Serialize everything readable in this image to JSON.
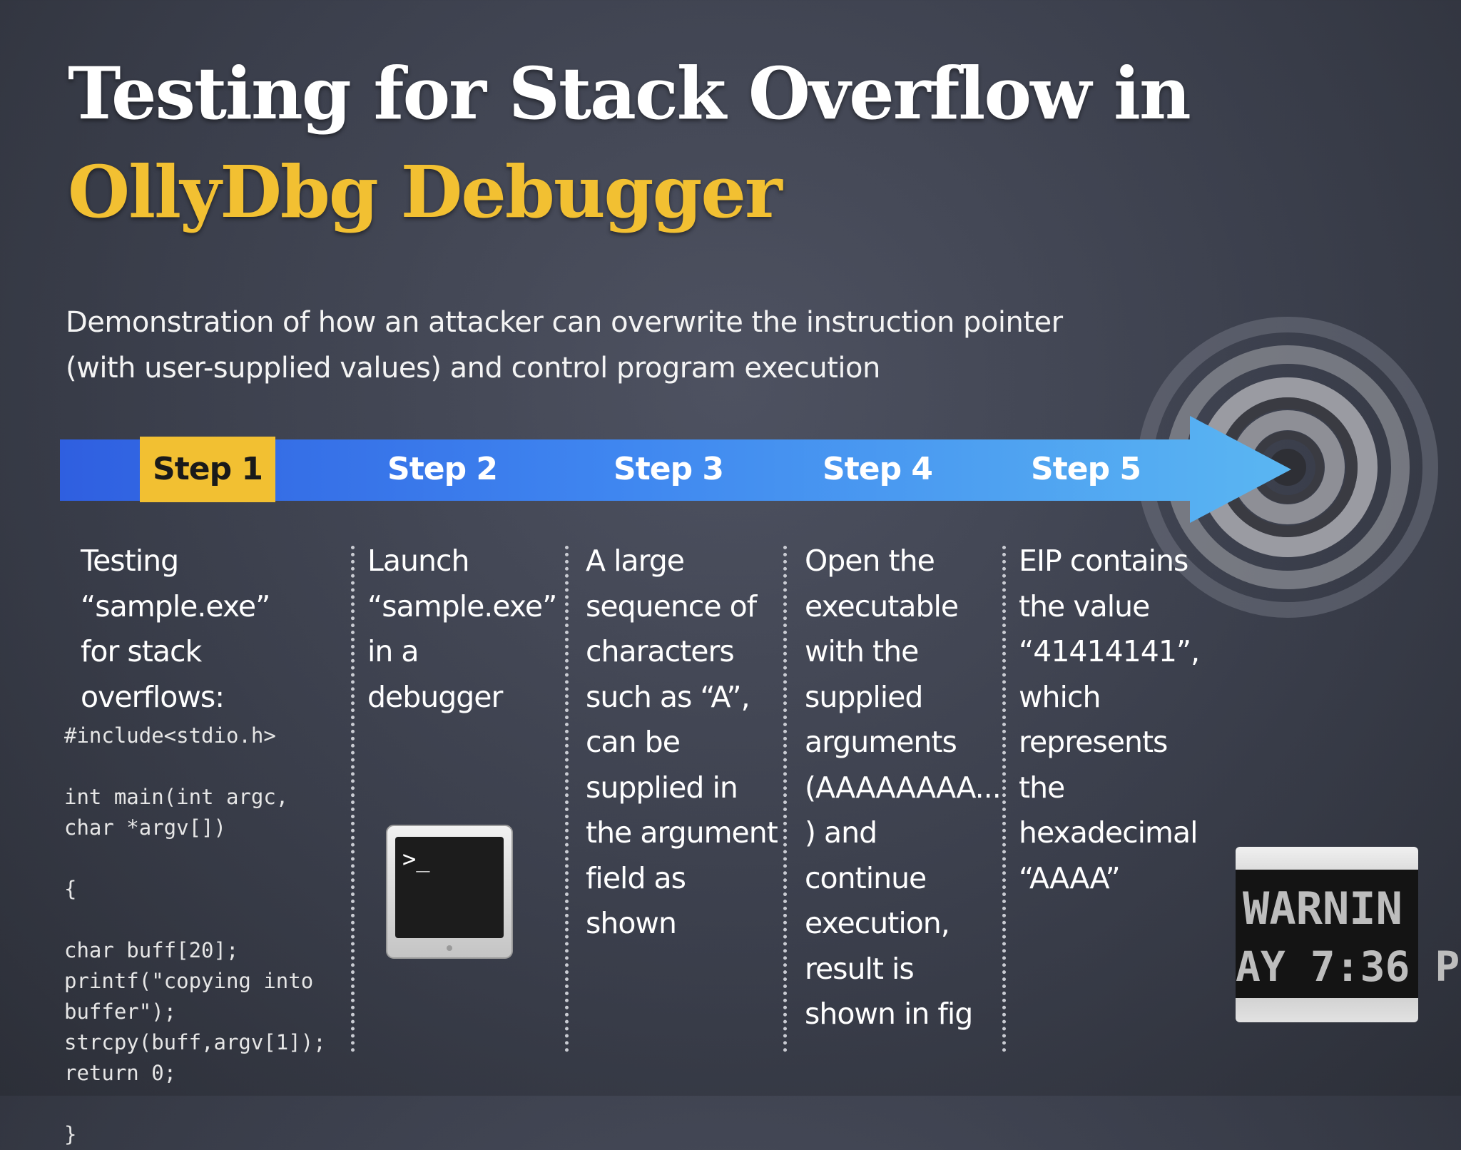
{
  "title": {
    "line1": "Testing for Stack Overflow in",
    "line2": "OllyDbg Debugger"
  },
  "subtitle": {
    "line1": "Demonstration of how an attacker can overwrite the instruction pointer",
    "line2": "(with user-supplied values) and control program execution"
  },
  "steps": [
    {
      "label": "Step 1",
      "text": "Testing\n“sample.exe”\nfor stack\noverflows:"
    },
    {
      "label": "Step 2",
      "text": "Launch\n“sample.exe”\nin a\ndebugger"
    },
    {
      "label": "Step 3",
      "text": "A large\nsequence of\ncharacters\nsuch as “A”,\ncan be\nsupplied in\nthe argument\nfield as\nshown"
    },
    {
      "label": "Step 4",
      "text": "Open the\nexecutable\nwith the\nsupplied\narguments\n(AAAAAAAA...\n) and\ncontinue\nexecution,\nresult is\nshown in fig"
    },
    {
      "label": "Step 5",
      "text": "EIP contains\nthe value\n“41414141”,\nwhich\nrepresents\nthe\nhexadecimal\n“AAAA”"
    }
  ],
  "code": "#include<stdio.h>\n\nint main(int argc,\nchar *argv[])\n\n{\n\nchar buff[20];\nprintf(\"copying into\nbuffer\");\nstrcpy(buff,argv[1]);\nreturn 0;\n\n}",
  "terminal": {
    "prompt": ">_"
  },
  "warning": {
    "line1": "WARNIN",
    "line2": "AY 7:36 P"
  },
  "colors": {
    "accent": "#f2c032",
    "arrow_start": "#2f5fe0",
    "arrow_end": "#5ab6f2",
    "background": "#3b3f4c"
  },
  "icons": [
    "target-icon",
    "terminal-icon",
    "warning-display-icon"
  ]
}
